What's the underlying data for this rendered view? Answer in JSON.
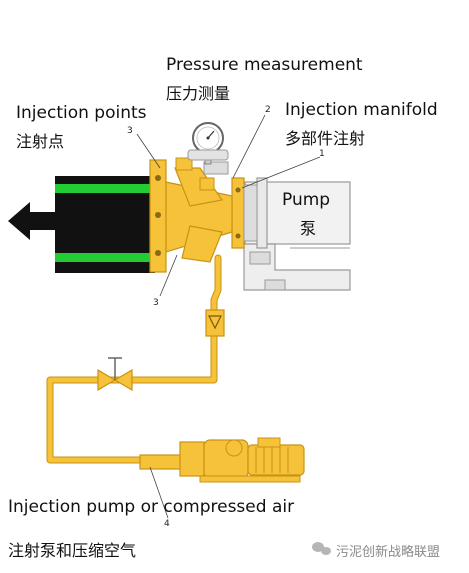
{
  "labels": {
    "pressure_en": "Pressure measurement",
    "pressure_zh": "压力测量",
    "injection_points_en": "Injection points",
    "injection_points_zh": "注射点",
    "manifold_en": "Injection manifold",
    "manifold_zh": "多部件注射",
    "pump_en": "Pump",
    "pump_zh": "泵",
    "injection_pump_en": "Injection pump or compressed air",
    "injection_pump_zh": "注射泵和压缩空气"
  },
  "callouts": {
    "n1": "1",
    "n2": "2",
    "n3a": "3",
    "n3b": "3",
    "n4": "4"
  },
  "watermark": {
    "text": "污泥创新战略联盟",
    "icon": "wechat-icon"
  },
  "colors": {
    "pipe": "#f5c23a",
    "pipe_edge": "#c99310",
    "pipe_black": "#111111",
    "pipe_green": "#22cc33",
    "pump_grey": "#e7e7e7"
  }
}
